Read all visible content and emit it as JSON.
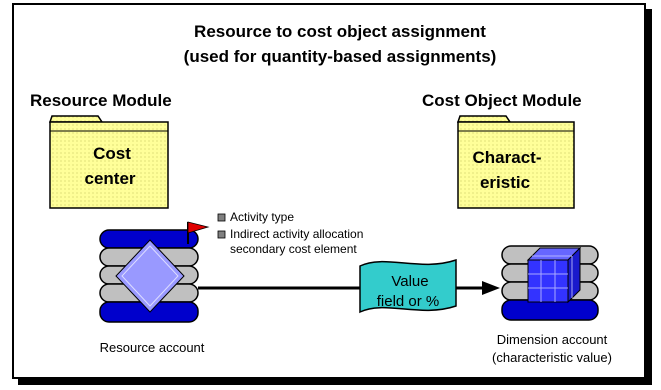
{
  "title": {
    "line1": "Resource to cost object assignment",
    "line2": "(used for quantity-based assignments)"
  },
  "modules": {
    "left_heading": "Resource  Module",
    "right_heading": "Cost Object  Module"
  },
  "folders": {
    "left": {
      "line1": "Cost",
      "line2": "center"
    },
    "right": {
      "line1": "Charact-",
      "line2": "eristic"
    }
  },
  "annotations": {
    "item1": "Activity type",
    "item2_line1": "Indirect activity allocation",
    "item2_line2": "secondary cost element"
  },
  "value_flag": {
    "line1": "Value",
    "line2": "field or %"
  },
  "captions": {
    "resource_account": "Resource account",
    "dimension_line1": "Dimension account",
    "dimension_line2": "(characteristic value)"
  },
  "icons": {
    "folder": "folder-icon",
    "flag": "flag-icon",
    "diamond": "diamond-icon",
    "cube": "cube-icon",
    "database": "database-icon"
  },
  "colors": {
    "folder_fill": "#ffff99",
    "disk_blue": "#0000cc",
    "disk_gray": "#c0c0c0",
    "diamond_fill": "#9999ff",
    "value_flag": "#33cccc",
    "cube": "#3333ff",
    "flag_red": "#e00000"
  }
}
